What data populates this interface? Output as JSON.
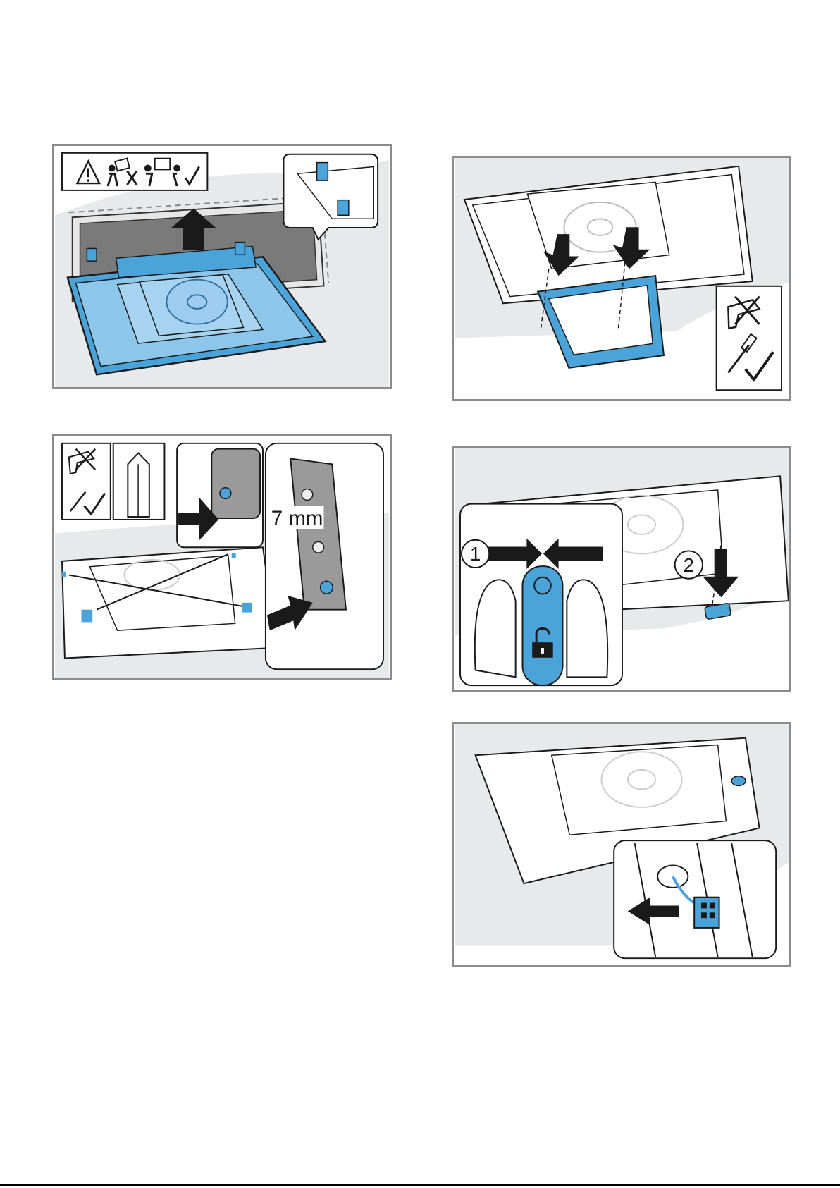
{
  "figures": [
    {
      "id": "step-remove-panel",
      "icons": [
        "warning-icon",
        "one-person-lift-forbidden-icon",
        "two-person-lift-ok-icon"
      ]
    },
    {
      "id": "step-attach-frame",
      "icons": [
        "power-drill-forbidden-icon",
        "screwdriver-ok-icon"
      ]
    },
    {
      "id": "step-insert-screws",
      "measurement": "7 mm",
      "icons": [
        "power-drill-forbidden-icon",
        "screwdriver-ok-icon",
        "hex-key-icon"
      ]
    },
    {
      "id": "step-release-lock",
      "step_numbers": [
        "1",
        "2"
      ],
      "icons": [
        "unlock-icon"
      ]
    },
    {
      "id": "step-disconnect-plug",
      "icons": [
        "plug-connector-icon"
      ]
    }
  ],
  "colors": {
    "accent_blue": "#4aa3d9",
    "frame_gray": "#8c8c8c",
    "background_gray": "#e8e9eb",
    "dark": "#1a1a1a"
  }
}
